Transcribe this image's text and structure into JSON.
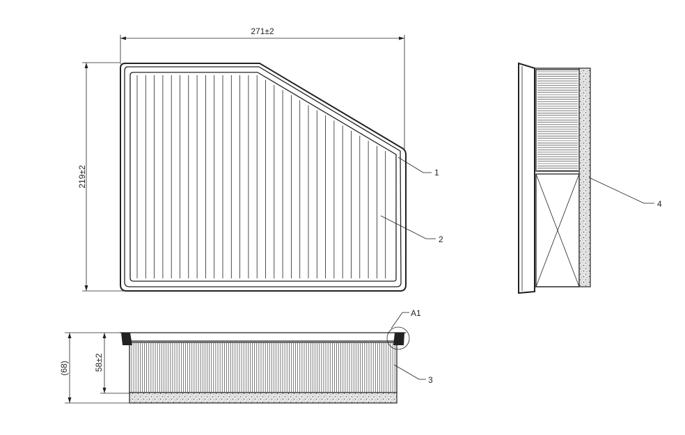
{
  "colors": {
    "line": "#222222",
    "background": "#ffffff",
    "speckle": "#bbbbbb"
  },
  "dimensions": {
    "width": "271±2",
    "height": "219±2",
    "overall_height": "(68)",
    "pleat_height": "58±2"
  },
  "callouts": {
    "frame": "1",
    "media": "2",
    "side": "3",
    "foam": "4",
    "detail": "A1"
  }
}
